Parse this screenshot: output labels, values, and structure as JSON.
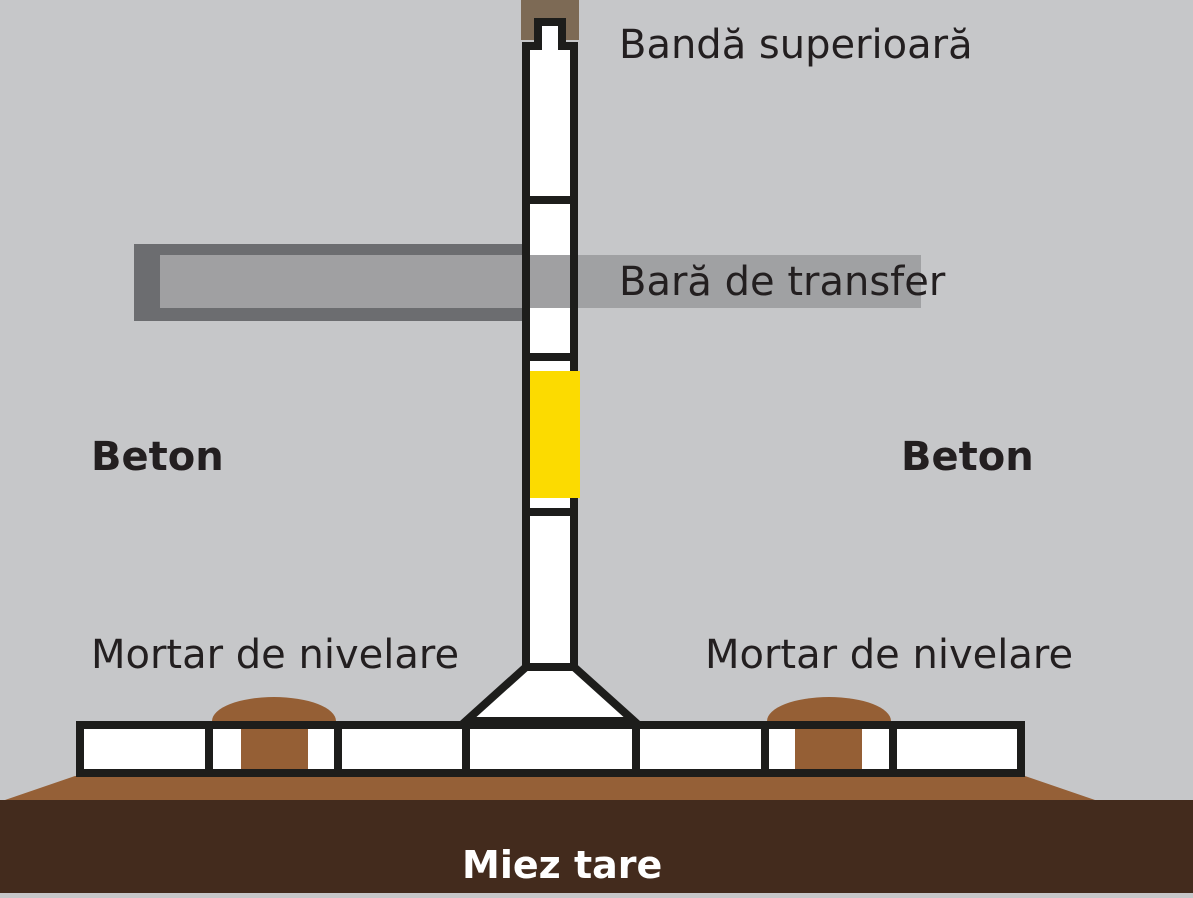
{
  "labels": {
    "top_band": "Bandă superioară",
    "transfer_bar": "Bară de transfer",
    "concrete_left": "Beton",
    "concrete_right": "Beton",
    "mortar_left": "Mortar de nivelare",
    "mortar_right": "Mortar de nivelare",
    "subgrade": "Miez tare"
  },
  "colors": {
    "concrete": "#c6c7c9",
    "subgrade": "#432b1d",
    "base_layer": "#956037",
    "mortar": "#955f35",
    "top_band": "#7d6a55",
    "dowel_bar_fill": "#a0a0a2",
    "dowel_bar_edge": "#6c6d70",
    "label_strip": "#a0a1a3",
    "yellow_insert": "#fcdb00",
    "outline": "#1d1d1b",
    "profile_fill": "#ffffff"
  }
}
